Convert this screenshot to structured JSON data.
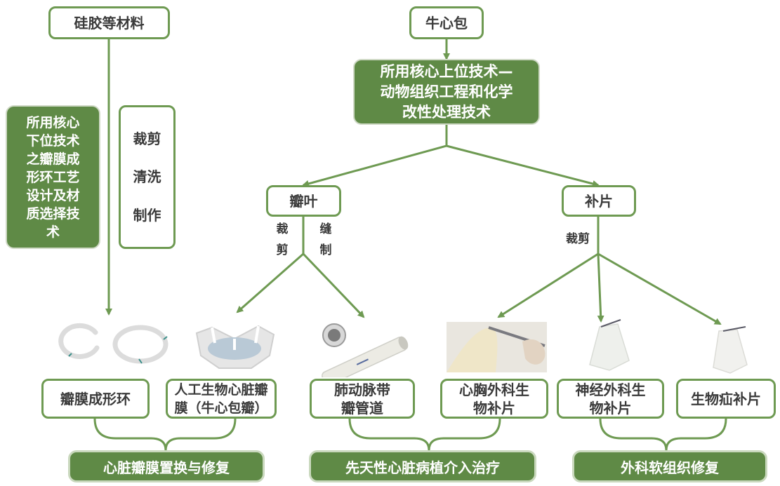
{
  "nodes": {
    "silicone": "硅胶等材料",
    "pericardium": "牛心包",
    "top_technique": "所用核心上位技术—\n动物组织工程和化学\n改性处理技术",
    "lower_technique": "所用核心\n下位技术\n之瓣膜成\n形环工艺\n设计及材\n质选择技\n术",
    "process_steps": [
      "裁剪",
      "清洗",
      "制作"
    ],
    "leaflet": "瓣叶",
    "patch": "补片",
    "leaflet_cut": "裁\n剪",
    "leaflet_sew": "缝\n制",
    "patch_cut": "裁剪"
  },
  "products": [
    "瓣膜成形环",
    "人工生物心脏瓣\n膜（牛心包瓣）",
    "肺动脉带\n瓣管道",
    "心胸外科生\n物补片",
    "神经外科生\n物补片",
    "生物疝补片"
  ],
  "applications": [
    "心脏瓣膜置换与修复",
    "先天性心脏病植介入治疗",
    "外科软组织修复"
  ],
  "colors": {
    "border": "#6e9a52",
    "fill": "#5f8a46",
    "text": "#3a3a3a"
  }
}
